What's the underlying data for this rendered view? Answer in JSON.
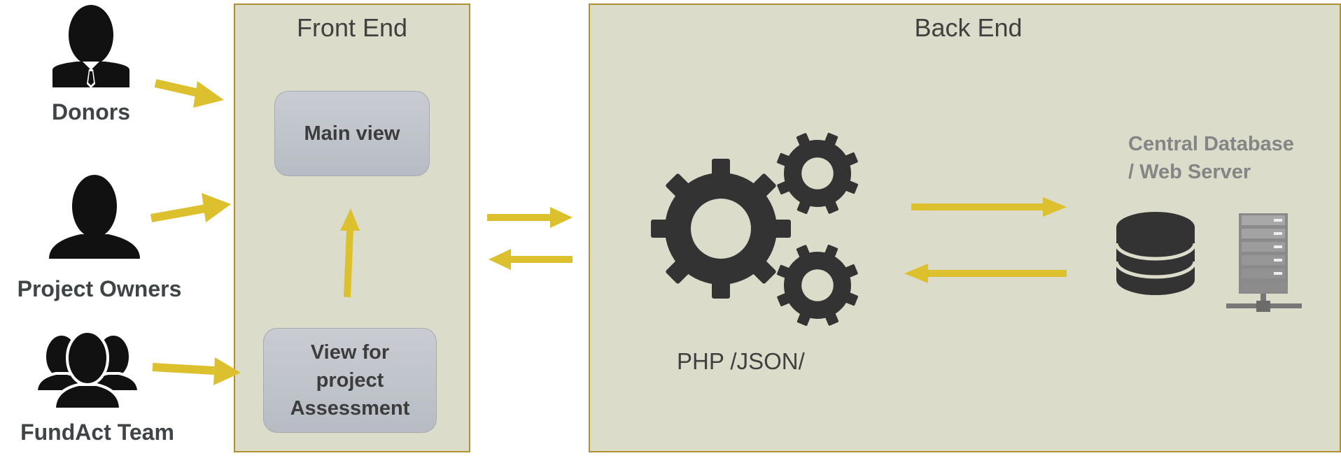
{
  "actors": {
    "donors": "Donors",
    "project_owners": "Project Owners",
    "fundact_team": "FundAct Team"
  },
  "front_end": {
    "title": "Front End",
    "main_view": "Main view",
    "assessment_view": "View for project Assessment"
  },
  "back_end": {
    "title": "Back End",
    "php_label": "PHP /JSON/",
    "db_label": "Central Database / Web Server"
  },
  "colors": {
    "arrow": "#dcc02e",
    "panel_fill": "#dcdcca",
    "panel_border": "#b09030",
    "icon": "#2f2f2f",
    "view_box": "#c0c4cb"
  },
  "icons": [
    "businessman-icon",
    "person-icon",
    "group-icon",
    "gears-icon",
    "database-icon",
    "server-icon"
  ]
}
